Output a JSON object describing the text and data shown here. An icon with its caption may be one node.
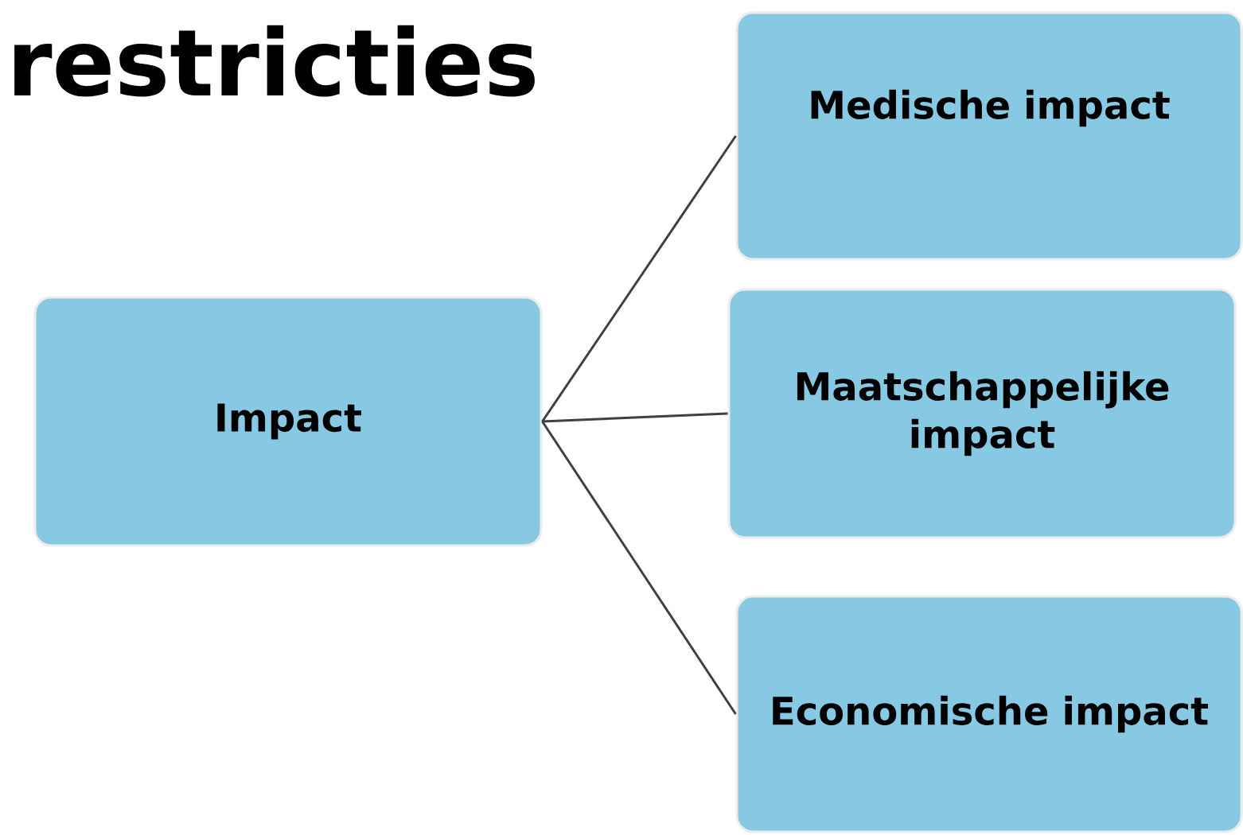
{
  "diagram": {
    "title": "restricties",
    "nodes": [
      {
        "text": [
          "Impact"
        ]
      },
      {
        "text": [
          "Medische impact"
        ]
      },
      {
        "text": [
          "Maatschappelijke impact"
        ]
      },
      {
        "text": [
          "Economische impact"
        ]
      }
    ],
    "edges": [
      {
        "from": 0,
        "to": 1,
        "arrow": "none"
      },
      {
        "from": 0,
        "to": 2,
        "arrow": "none"
      },
      {
        "from": 0,
        "to": 3,
        "arrow": "none"
      }
    ]
  }
}
